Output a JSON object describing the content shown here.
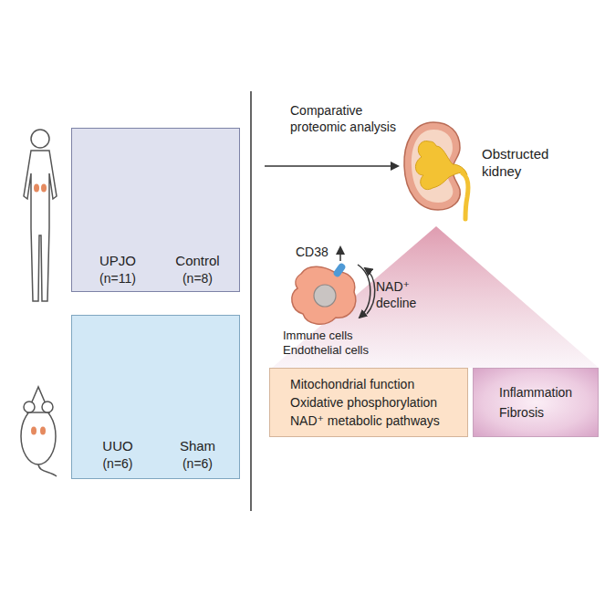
{
  "diagram": {
    "nodes": [
      {
        "text": [
          "UPJO",
          "(n=11)",
          "Control",
          "(n=8)"
        ]
      },
      {
        "text": [
          "UUO",
          "(n=6)",
          "Sham",
          "(n=6)"
        ]
      },
      {
        "text": [
          "Obstructed kidney"
        ]
      },
      {
        "text": [
          "CD38",
          "NAD⁺ decline",
          "Immune cells Endothelial cells"
        ]
      },
      {
        "text": [
          "Mitochondrial function",
          "Oxidative phosphorylation",
          "NAD⁺ metabolic pathways"
        ]
      },
      {
        "text": [
          "Inflammation",
          "Fibrosis"
        ]
      }
    ],
    "labels": [
      "Comparative proteomic analysis"
    ]
  }
}
